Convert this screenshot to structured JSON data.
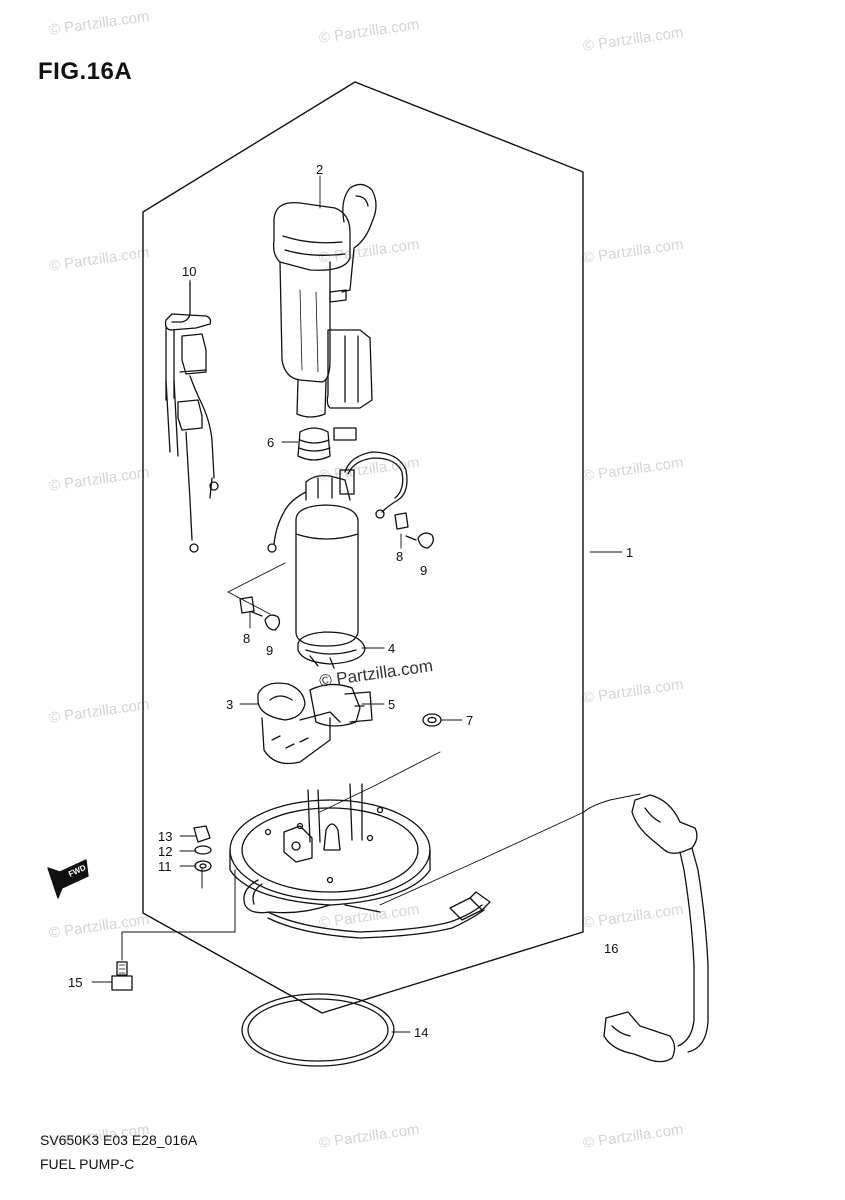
{
  "figure": {
    "title": "FIG.16A",
    "code": "SV650K3 E03 E28_016A",
    "name": "FUEL PUMP-C"
  },
  "watermark": {
    "text": "© Partzilla.com",
    "center_text": "© Partzilla.com"
  },
  "callouts": {
    "c1": "1",
    "c2": "2",
    "c3": "3",
    "c4": "4",
    "c5": "5",
    "c6": "6",
    "c7": "7",
    "c8a": "8",
    "c8b": "8",
    "c9a": "9",
    "c9b": "9",
    "c10": "10",
    "c11": "11",
    "c12": "12",
    "c13": "13",
    "c14": "14",
    "c15": "15",
    "c16": "16"
  },
  "fwd_label": "FWD"
}
